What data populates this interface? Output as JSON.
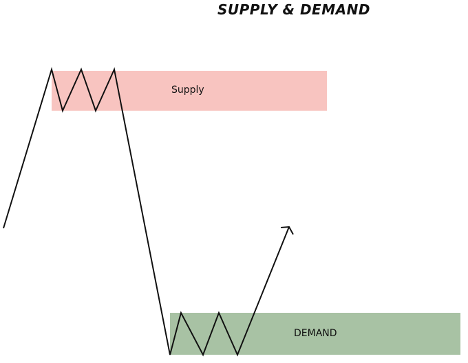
{
  "title": "SUPPLY & DEMAND",
  "zones": {
    "supply": {
      "label": "Supply",
      "color": "#f8c4c0"
    },
    "demand": {
      "label": "DEMAND",
      "color": "#a8c2a4"
    }
  },
  "line_color": "#111111"
}
